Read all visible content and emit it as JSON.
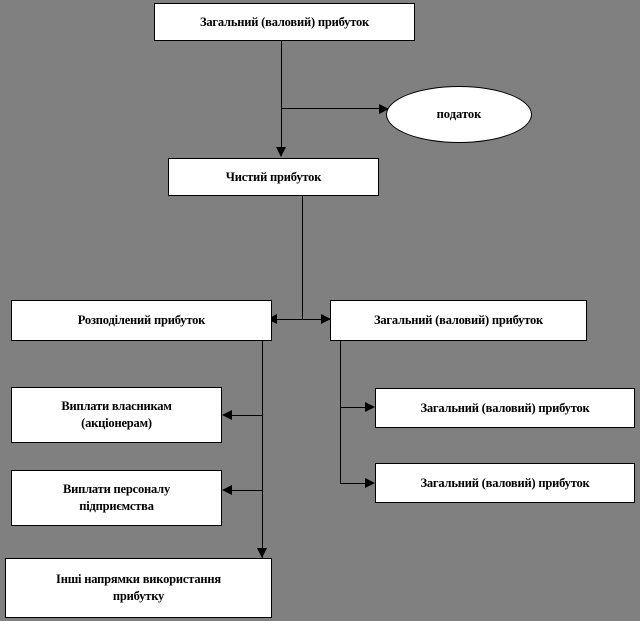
{
  "diagram": {
    "title_text": "Загальний (валовий) прибуток",
    "background_color": "#808080",
    "node_fill_color": "#ffffff",
    "line_color": "#000000",
    "nodes": {
      "gross_profit_top": {
        "label": "Загальний (валовий) прибуток"
      },
      "tax": {
        "label": "податок"
      },
      "net_profit": {
        "label": "Чистий прибуток"
      },
      "distributed_profit": {
        "label": "Розподілений прибуток"
      },
      "gross_profit_right": {
        "label": "Загальний (валовий) прибуток"
      },
      "payments_owners": {
        "label_line1": "Виплати власникам",
        "label_line2": "(акціонерам)"
      },
      "payments_staff": {
        "label_line1": "Виплати персоналу",
        "label_line2": "підприємства"
      },
      "other_directions": {
        "label_line1": "Інші  напрямки використання",
        "label_line2": "прибутку"
      },
      "gross_profit_right_mid": {
        "label": "Загальний (валовий) прибуток"
      },
      "gross_profit_right_low": {
        "label": "Загальний (валовий) прибуток"
      }
    }
  }
}
